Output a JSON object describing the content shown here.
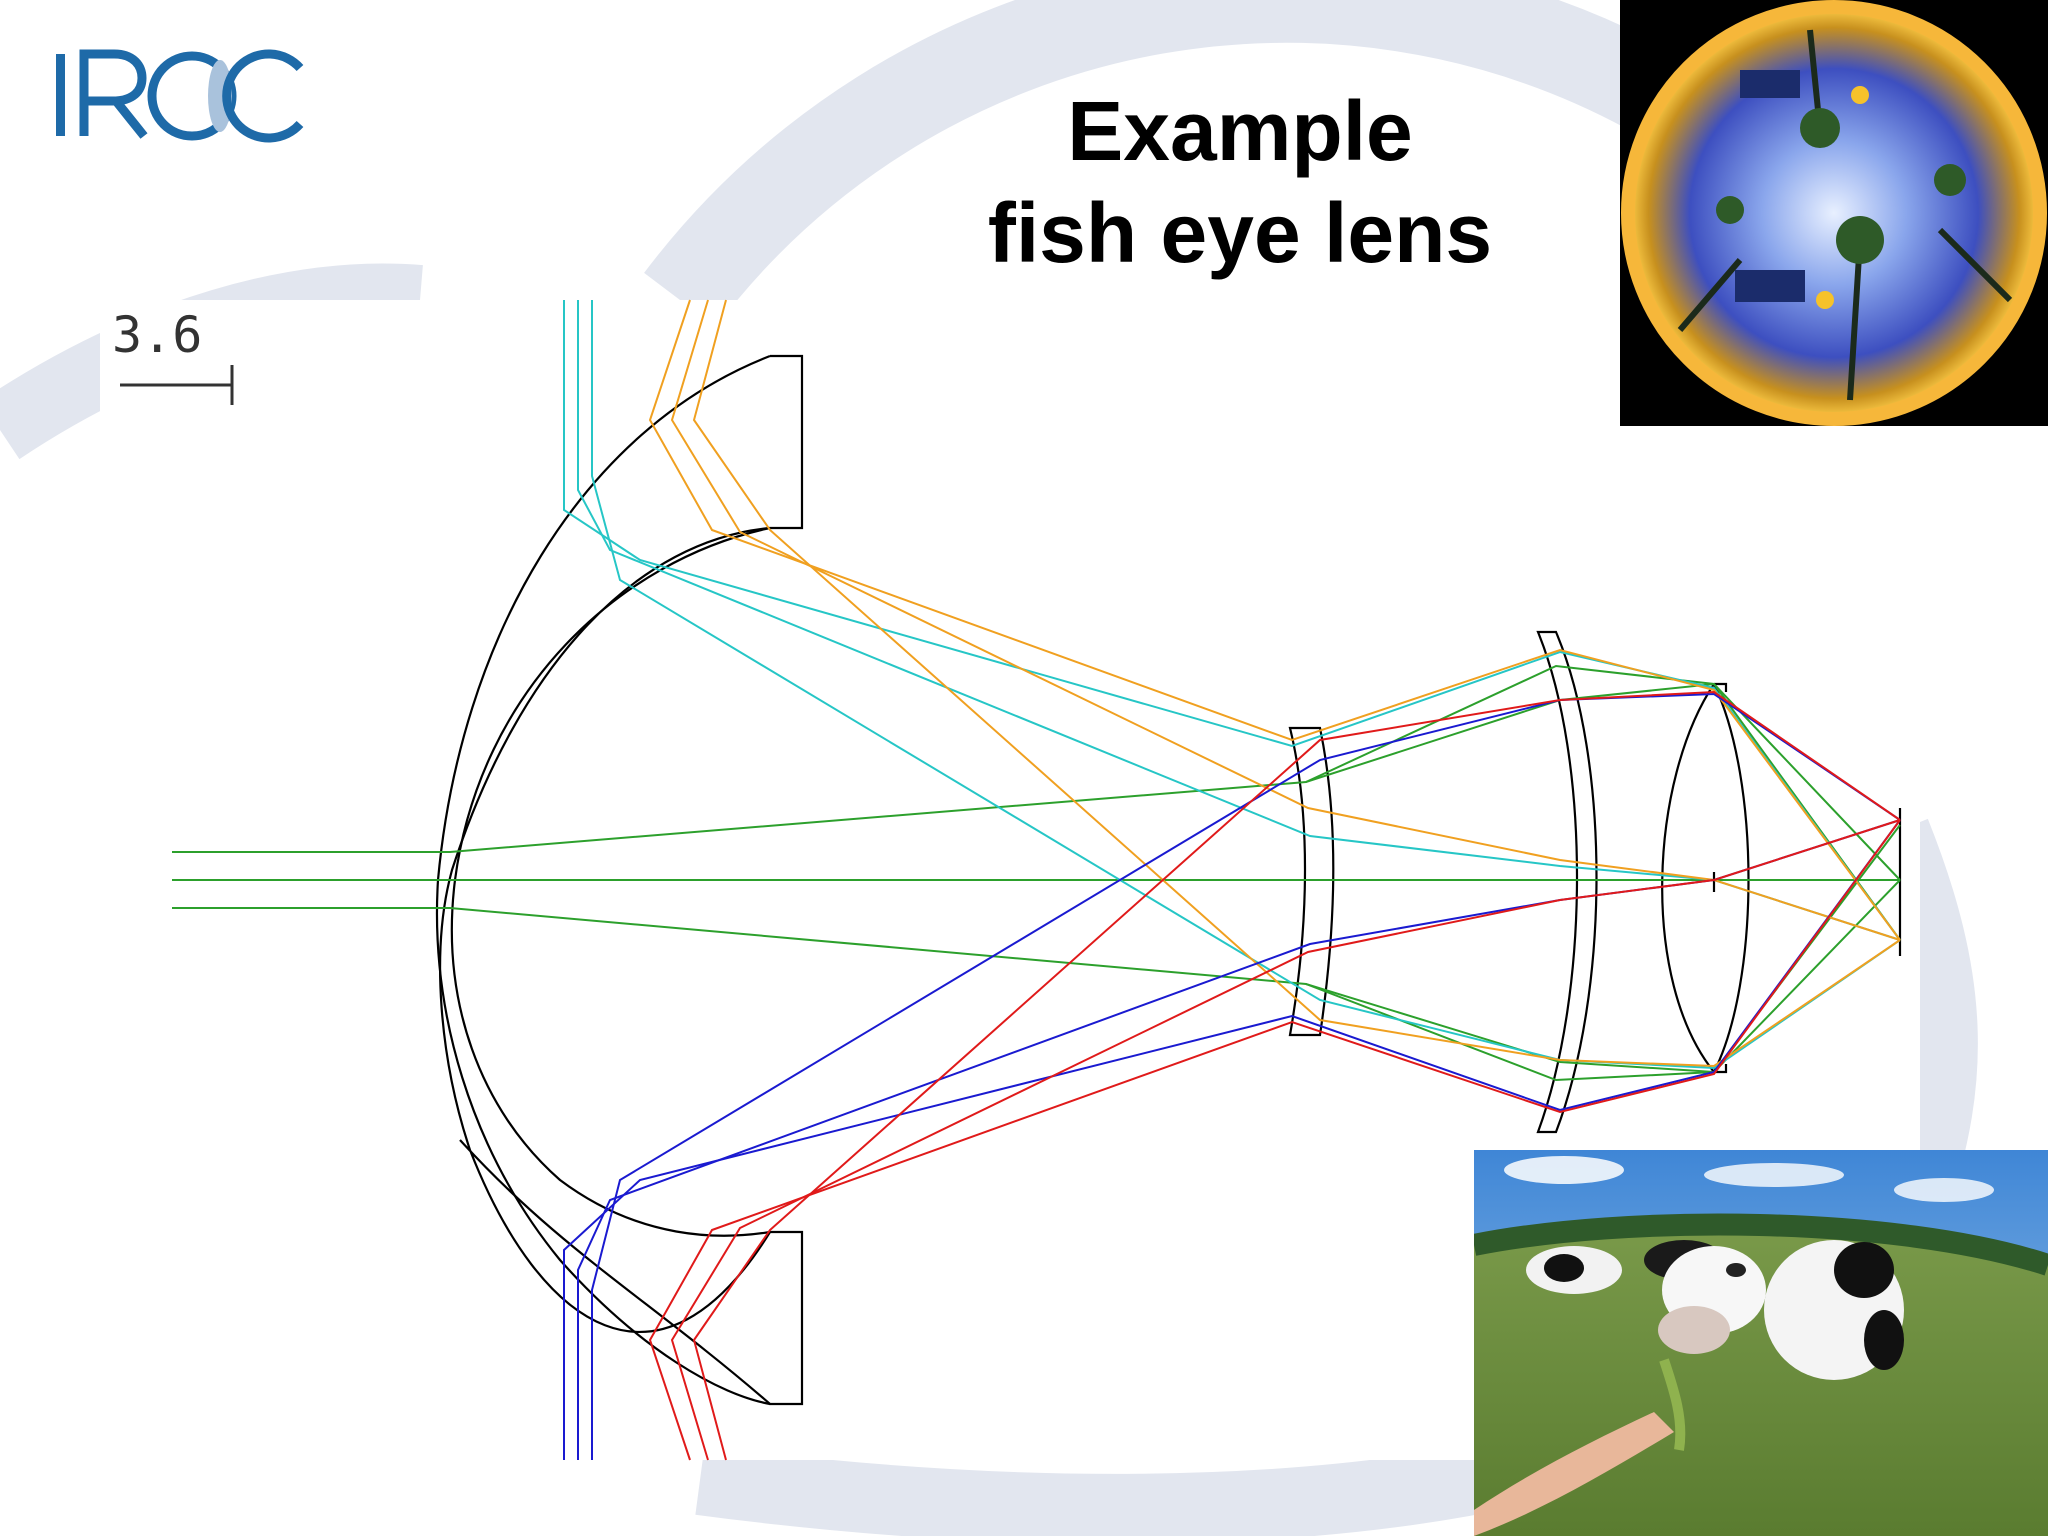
{
  "slide": {
    "logo_text": "IROC",
    "title_line1": "Example",
    "title_line2": "fish eye lens",
    "scale_label": "3.6"
  },
  "colors": {
    "logo_blue": "#1e6aa8",
    "ray_green": "#2ca02c",
    "ray_cyan": "#26c6c6",
    "ray_orange": "#f0a020",
    "ray_blue": "#1a1ad0",
    "ray_red": "#e01a1a",
    "lens_outline": "#000000",
    "background_arc": "#dfe3ee"
  },
  "images": [
    {
      "name": "fisheye-photo-palm-trees",
      "content": "circular fisheye photo looking up at palm trees and evening sky"
    },
    {
      "name": "fisheye-photo-cows",
      "content": "wide-angle photo of cows in a field being fed grass"
    }
  ]
}
